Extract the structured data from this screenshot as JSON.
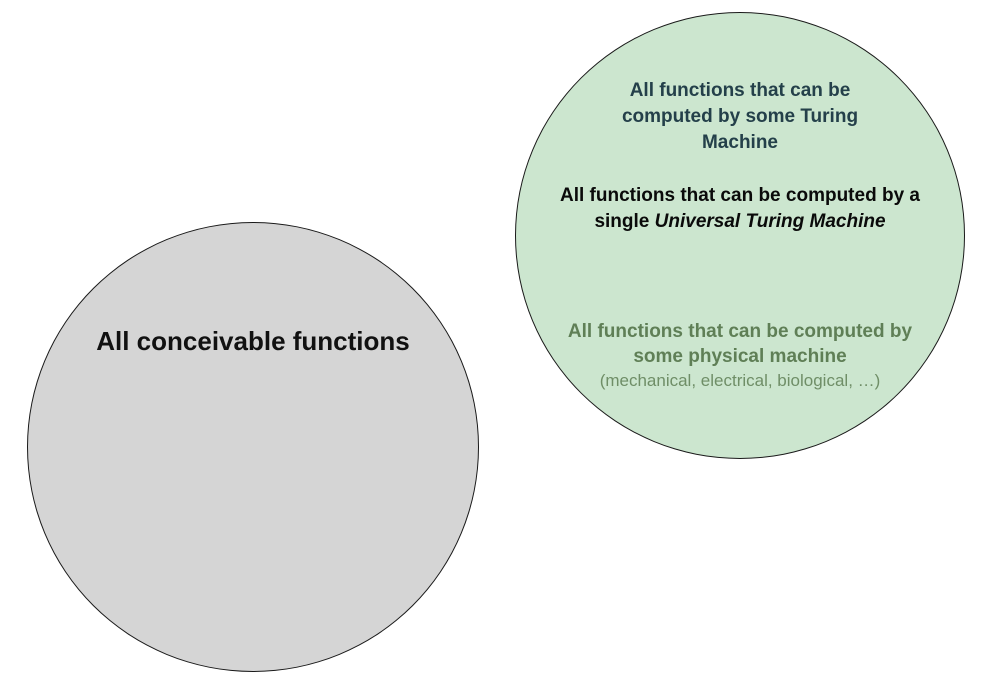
{
  "colors": {
    "left_circle_fill": "#d5d5d5",
    "right_circle_fill": "#cce6cf",
    "turing_text": "#24404a",
    "universal_text": "#0a0a0a",
    "physical_text": "#5f7f56",
    "physical_sub_text": "#6f8e67"
  },
  "left_circle": {
    "label": "All conceivable functions"
  },
  "right_circle": {
    "turing_label": "All functions that can be computed by some Turing Machine",
    "universal_label_prefix": "All functions that can be computed by a single ",
    "universal_label_emphasis": "Universal Turing Machine",
    "physical_label": "All functions that can be computed by some physical machine",
    "physical_sublabel": "(mechanical, electrical, biological, …)"
  }
}
